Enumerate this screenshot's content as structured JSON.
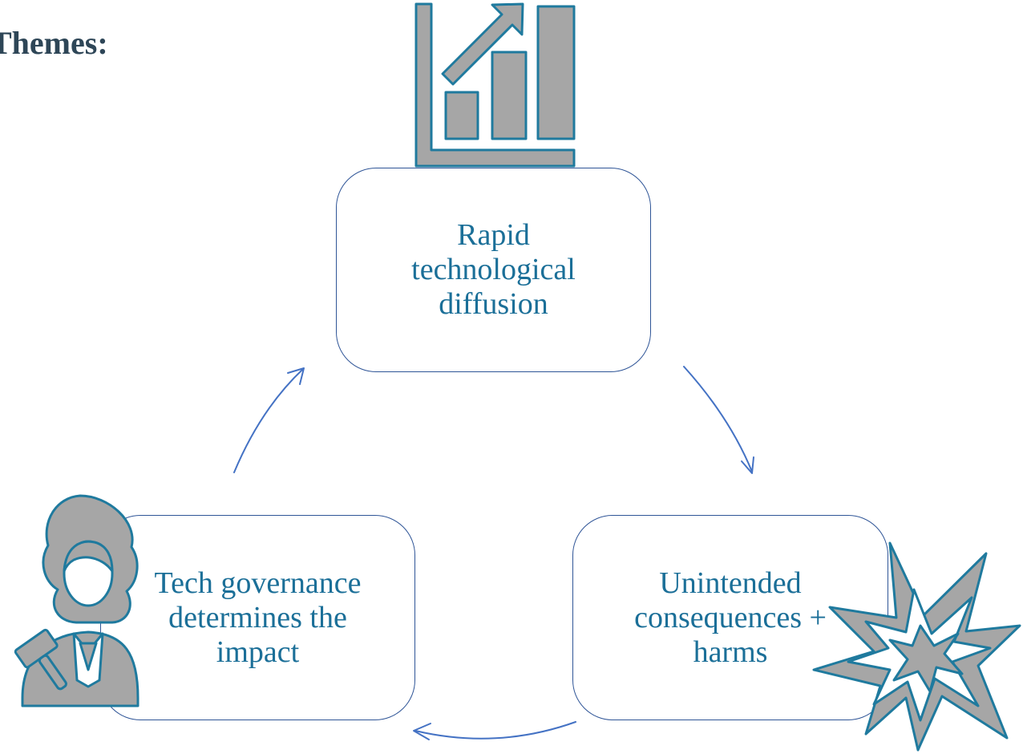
{
  "header": {
    "title": "Themes:"
  },
  "cycle": {
    "nodes": [
      {
        "label": "Rapid technological diffusion"
      },
      {
        "label": "Unintended consequences + harms"
      },
      {
        "label": "Tech governance determines the impact"
      }
    ]
  },
  "icons": [
    "bar-chart-growth-icon",
    "judge-with-gavel-icon",
    "explosion-burst-icon"
  ],
  "colors": {
    "node_border": "#2f5597",
    "node_text": "#1b6f98",
    "icon_fill": "#a6a6a6",
    "icon_stroke": "#1f7a9e",
    "arrow": "#4472c4",
    "title": "#2e4657"
  }
}
